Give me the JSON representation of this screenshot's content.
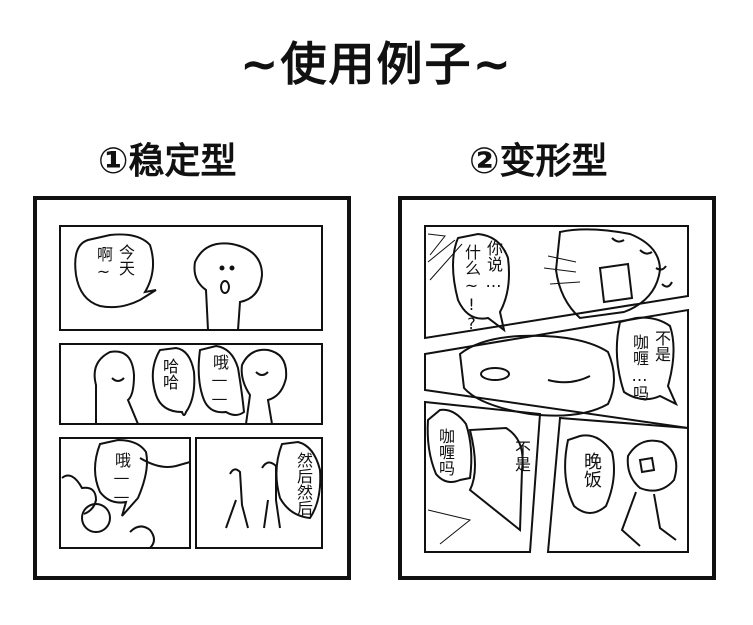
{
  "title": "~使用例子~",
  "left": {
    "heading": "①稳定型",
    "p1_a": "今天",
    "p1_b": "啊~",
    "p2_a": "哈哈",
    "p2_b": "哦——",
    "p3_a": "哦——",
    "p4_a": "然后然后"
  },
  "right": {
    "heading": "②变形型",
    "p1_a": "你说…",
    "p1_b": "什么~!?",
    "p2_a": "不是",
    "p2_b": "咖喱…吗",
    "p3_a": "咖喱吗",
    "p3_b": "不是",
    "p4_a": "晚饭"
  }
}
